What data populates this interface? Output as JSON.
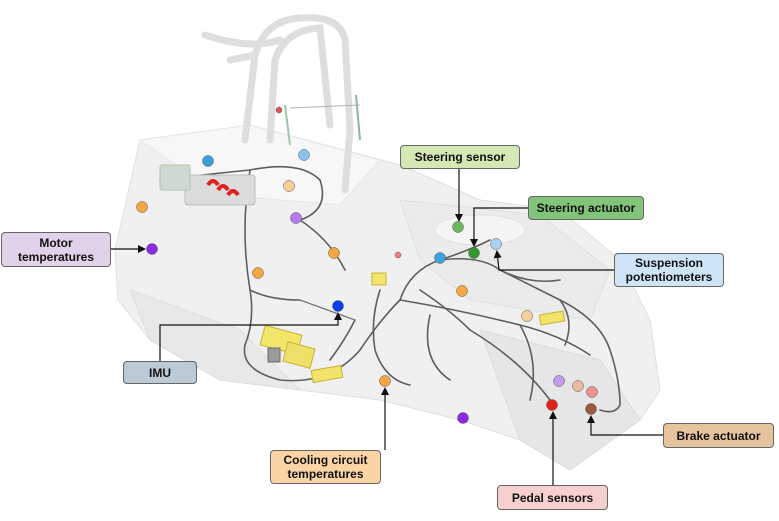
{
  "colors": {
    "steering_sensor": "#d5e8b4",
    "steering_actuator": "#82c47a",
    "suspension": "#cfe5f7",
    "brake_actuator": "#e5c39d",
    "pedal_sensors": "#f6cfcf",
    "cooling": "#fbd4a6",
    "imu": "#bccad6",
    "motor": "#e1d2ea"
  },
  "labels": {
    "steering_sensor": "Steering sensor",
    "steering_actuator": "Steering actuator",
    "suspension": "Suspension\npotentiometers",
    "brake_actuator": "Brake actuator",
    "pedal_sensors": "Pedal sensors",
    "cooling": "Cooling circuit\ntemperatures",
    "imu": "IMU",
    "motor": "Motor\ntemperatures"
  }
}
